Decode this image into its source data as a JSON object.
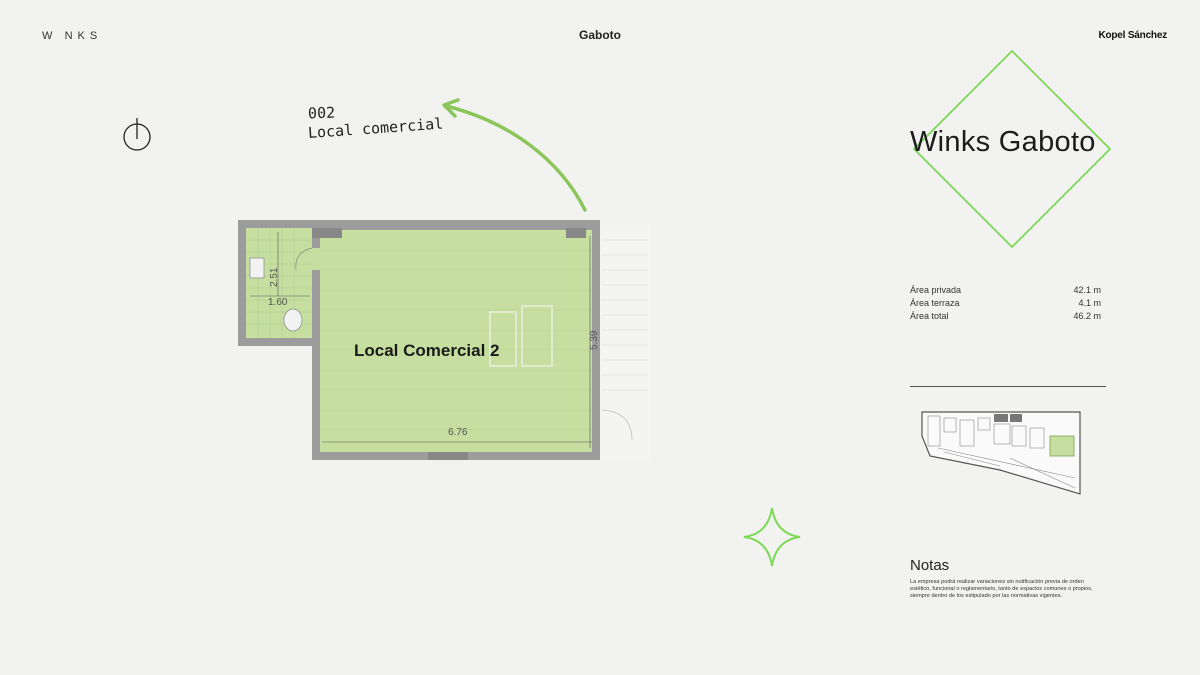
{
  "header": {
    "brand_left": "W NKS",
    "brand_center": "Gaboto",
    "brand_right": "Kopel Sánchez"
  },
  "unit_label": {
    "number": "002",
    "name": "Local comercial"
  },
  "project_title": "Winks Gaboto",
  "areas": [
    {
      "label": "Área privada",
      "value": "42.1 m"
    },
    {
      "label": "Área terraza",
      "value": "4.1 m"
    },
    {
      "label": "Área total",
      "value": "46.2 m"
    }
  ],
  "floor_plan": {
    "room_label": "Local Comercial 2",
    "dimensions": {
      "bath_height": "2.51",
      "bath_width": "1.60",
      "main_height": "5.39",
      "main_width": "6.76"
    }
  },
  "notes": {
    "title": "Notas",
    "body": "La empresa podrá realizar variaciones sin notificación previa de orden estético, funcional o reglamentario, tanto de espacios comunes o propios, siempre dentro de los estipulado por las normativas vigentes."
  },
  "colors": {
    "accent": "#7ed957",
    "plan_fill": "#c6dfa0",
    "wall": "#9a9a9a"
  },
  "icons": [
    "compass-icon",
    "diamond-outline",
    "sparkle-star-icon",
    "curved-arrow"
  ]
}
